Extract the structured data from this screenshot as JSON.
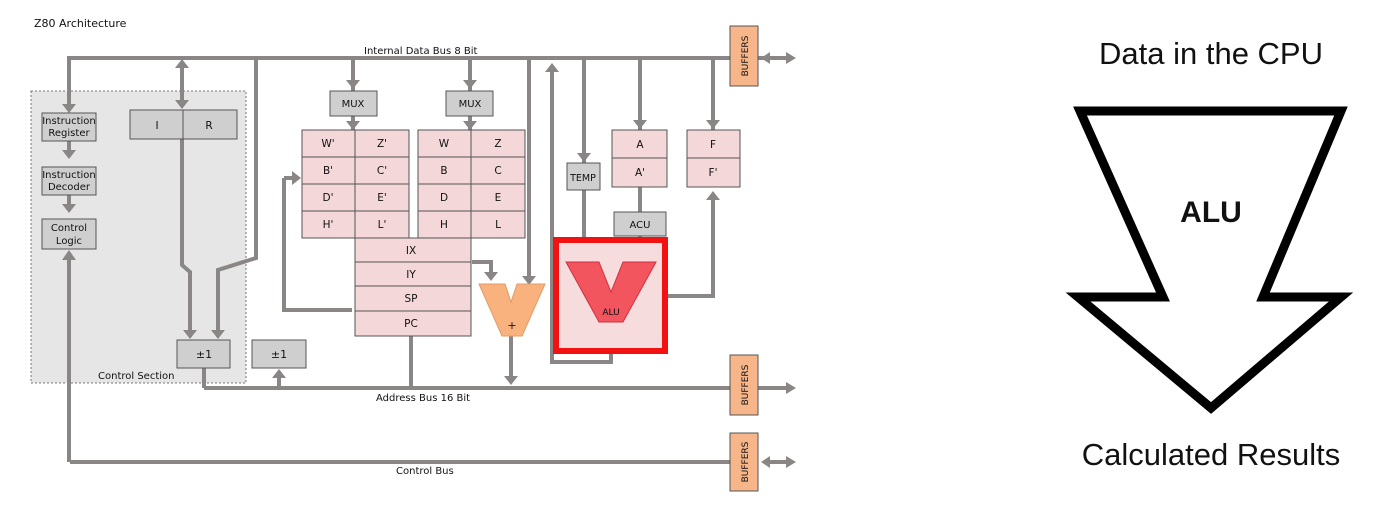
{
  "diagram": {
    "title": "Z80 Architecture",
    "internal_bus_label": "Internal Data Bus 8 Bit",
    "address_bus_label": "Address Bus 16 Bit",
    "control_bus_label": "Control Bus",
    "control_section_label": "Control Section",
    "instruction_register": [
      "Instruction",
      "Register"
    ],
    "instruction_decoder": [
      "Instruction",
      "Decoder"
    ],
    "control_logic": [
      "Control",
      "Logic"
    ],
    "reg_i": "I",
    "reg_r": "R",
    "mux_left": "MUX",
    "mux_right": "MUX",
    "alt_regs": [
      [
        "W'",
        "Z'"
      ],
      [
        "B'",
        "C'"
      ],
      [
        "D'",
        "E'"
      ],
      [
        "H'",
        "L'"
      ]
    ],
    "main_regs": [
      [
        "W",
        "Z"
      ],
      [
        "B",
        "C"
      ],
      [
        "D",
        "E"
      ],
      [
        "H",
        "L"
      ]
    ],
    "index_regs": [
      "IX",
      "IY",
      "SP",
      "PC"
    ],
    "temp": "TEMP",
    "acc": "A",
    "acc_alt": "A'",
    "flags": "F",
    "flags_alt": "F'",
    "acu": "ACU",
    "alu_label": "ALU",
    "incrementer_label": "+",
    "inc1": "±1",
    "inc2": "±1",
    "buffers": "BUFFERS",
    "highlight_color": "#ff0000",
    "alu_color": "#f2555e",
    "adder_color": "#f9b27e"
  },
  "concept": {
    "top_label": "Data in the CPU",
    "alu_label": "ALU",
    "bottom_label": "Calculated Results"
  }
}
